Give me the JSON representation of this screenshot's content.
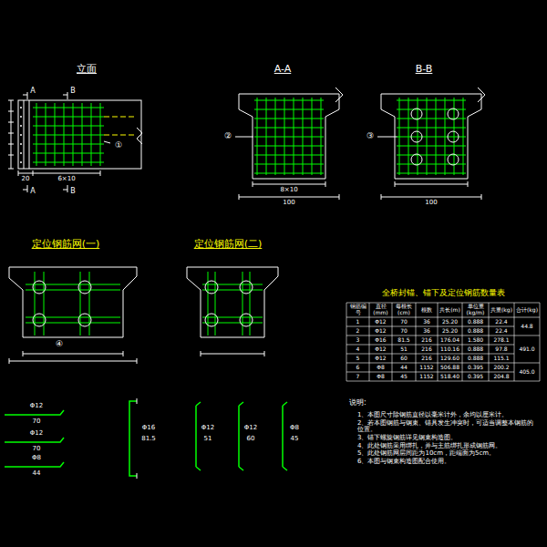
{
  "diagram": {
    "labels": [
      "立面",
      "A-A",
      "B-B",
      "定位钢筋网(一)",
      "定位钢筋网(二)",
      "全桥封锚、锚下及定位钢筋数量表",
      "钢筋编号",
      "直径(mm)",
      "每根长(cm)",
      "根数",
      "共长(m)",
      "单位重(kg/m)",
      "共重(kg)",
      "合计(kg)",
      "1",
      "Φ12",
      "70",
      "36",
      "25.20",
      "0.888",
      "22.4",
      "2",
      "Φ12",
      "70",
      "36",
      "25.20",
      "0.888",
      "22.4",
      "3",
      "Φ16",
      "81.5",
      "216",
      "176.04",
      "1.580",
      "278.1",
      "4",
      "Φ12",
      "51",
      "216",
      "110.16",
      "0.888",
      "97.8",
      "5",
      "Φ12",
      "60",
      "216",
      "129.60",
      "0.888",
      "115.1",
      "6",
      "Φ8",
      "44",
      "1152",
      "506.88",
      "0.395",
      "200.2",
      "7",
      "Φ8",
      "45",
      "1152",
      "518.40",
      "0.395",
      "204.8",
      "44.8",
      "491.0",
      "405.0",
      "说明:",
      "1、本图尺寸除钢筋直径以毫米计外，余均以厘米计。",
      "2、若本图钢筋与钢束、锚具发生冲突时，可适当调整本钢筋的位置。",
      "3、锚下螺旋钢筋详见钢束构造图。",
      "4、此处钢筋采用绑扎，并与主筋绑扎形成钢筋网。",
      "5、此处钢筋网层间距为10cm，距端面为5cm。",
      "6、本图与钢束构造图配合使用。",
      "①",
      "②",
      "③",
      "④",
      "20",
      "6×10",
      "8×10",
      "100",
      "100",
      "A",
      "A",
      "B",
      "B",
      "Φ12",
      "70",
      "Φ12",
      "70",
      "Φ8",
      "44",
      "Φ16",
      "81.5",
      "Φ12",
      "51",
      "Φ12",
      "60",
      "Φ8",
      "45"
    ]
  }
}
